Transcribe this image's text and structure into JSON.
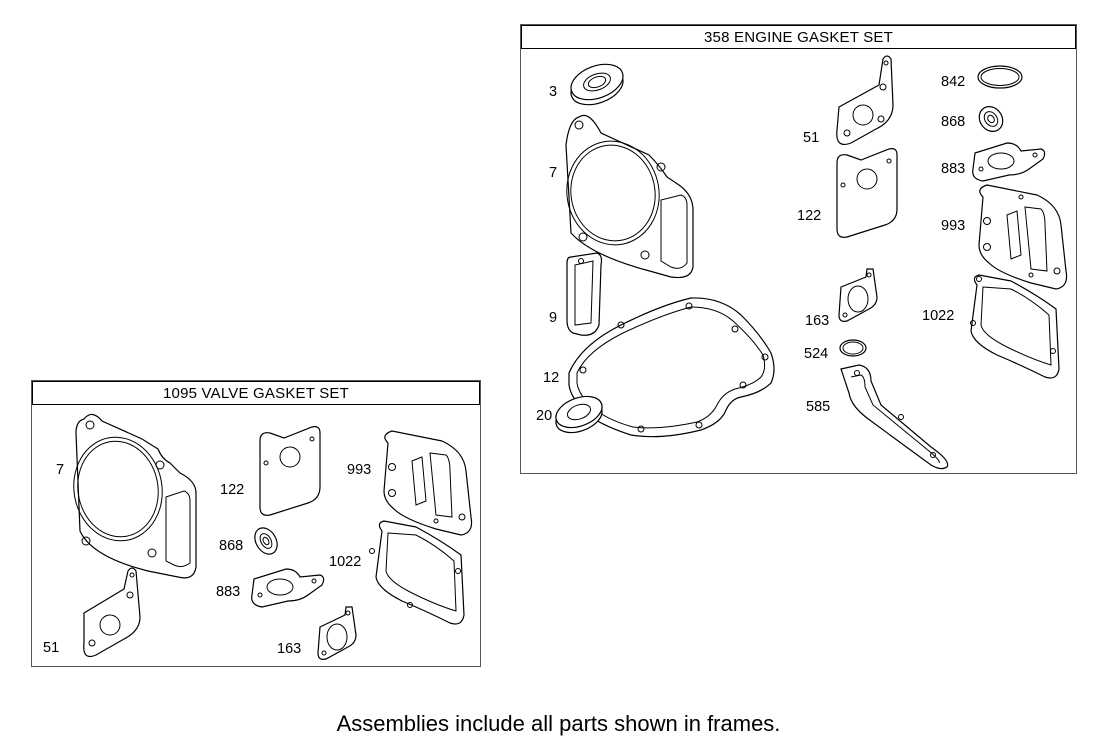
{
  "engine_set": {
    "title": "358 ENGINE GASKET SET",
    "parts": [
      "3",
      "7",
      "9",
      "12",
      "20",
      "51",
      "122",
      "163",
      "524",
      "585",
      "842",
      "868",
      "883",
      "993",
      "1022"
    ]
  },
  "valve_set": {
    "title": "1095 VALVE GASKET SET",
    "parts": [
      "7",
      "122",
      "993",
      "868",
      "1022",
      "883",
      "51",
      "163"
    ]
  },
  "footer": "Assemblies include all parts shown in frames."
}
